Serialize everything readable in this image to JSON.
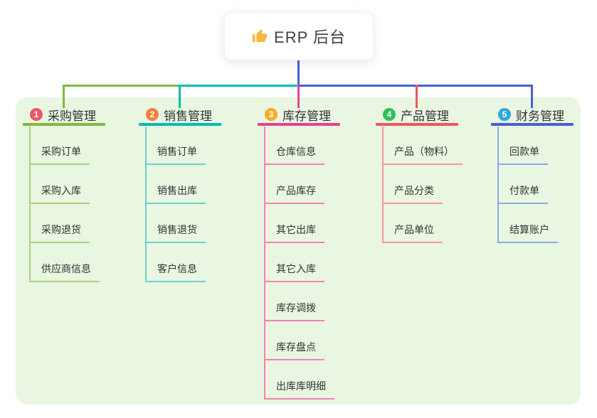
{
  "root": {
    "icon": "thumbs-up",
    "label": "ERP 后台"
  },
  "branches": [
    {
      "badge": "1",
      "title": "采购管理",
      "badge_color": "#ef5668",
      "line_color": "#7eba40",
      "item_line_color": "#a9d37b",
      "items": [
        "采购订单",
        "采购入库",
        "采购退货",
        "供应商信息"
      ]
    },
    {
      "badge": "2",
      "title": "销售管理",
      "badge_color": "#f5813d",
      "line_color": "#00bdb2",
      "item_line_color": "#6cd2ca",
      "items": [
        "销售订单",
        "销售出库",
        "销售退货",
        "客户信息"
      ]
    },
    {
      "badge": "3",
      "title": "库存管理",
      "badge_color": "#f6ab27",
      "line_color": "#e6418f",
      "item_line_color": "#f282b8",
      "items": [
        "仓库信息",
        "产品库存",
        "其它出库",
        "其它入库",
        "库存调拨",
        "库存盘点",
        "出库库明细"
      ]
    },
    {
      "badge": "4",
      "title": "产品管理",
      "badge_color": "#2cc05b",
      "line_color": "#f3545c",
      "item_line_color": "#f7949a",
      "items": [
        "产品（物料）",
        "产品分类",
        "产品单位"
      ]
    },
    {
      "badge": "5",
      "title": "财务管理",
      "badge_color": "#2ea7dc",
      "line_color": "#4660d8",
      "item_line_color": "#8fa6e6",
      "items": [
        "回款单",
        "付款单",
        "结算账户"
      ]
    }
  ],
  "colors": {
    "root_line": "#4660d8",
    "panel_bg": "#e9f6e1",
    "text": "#333333",
    "thumb_icon": "#f6b93b"
  }
}
